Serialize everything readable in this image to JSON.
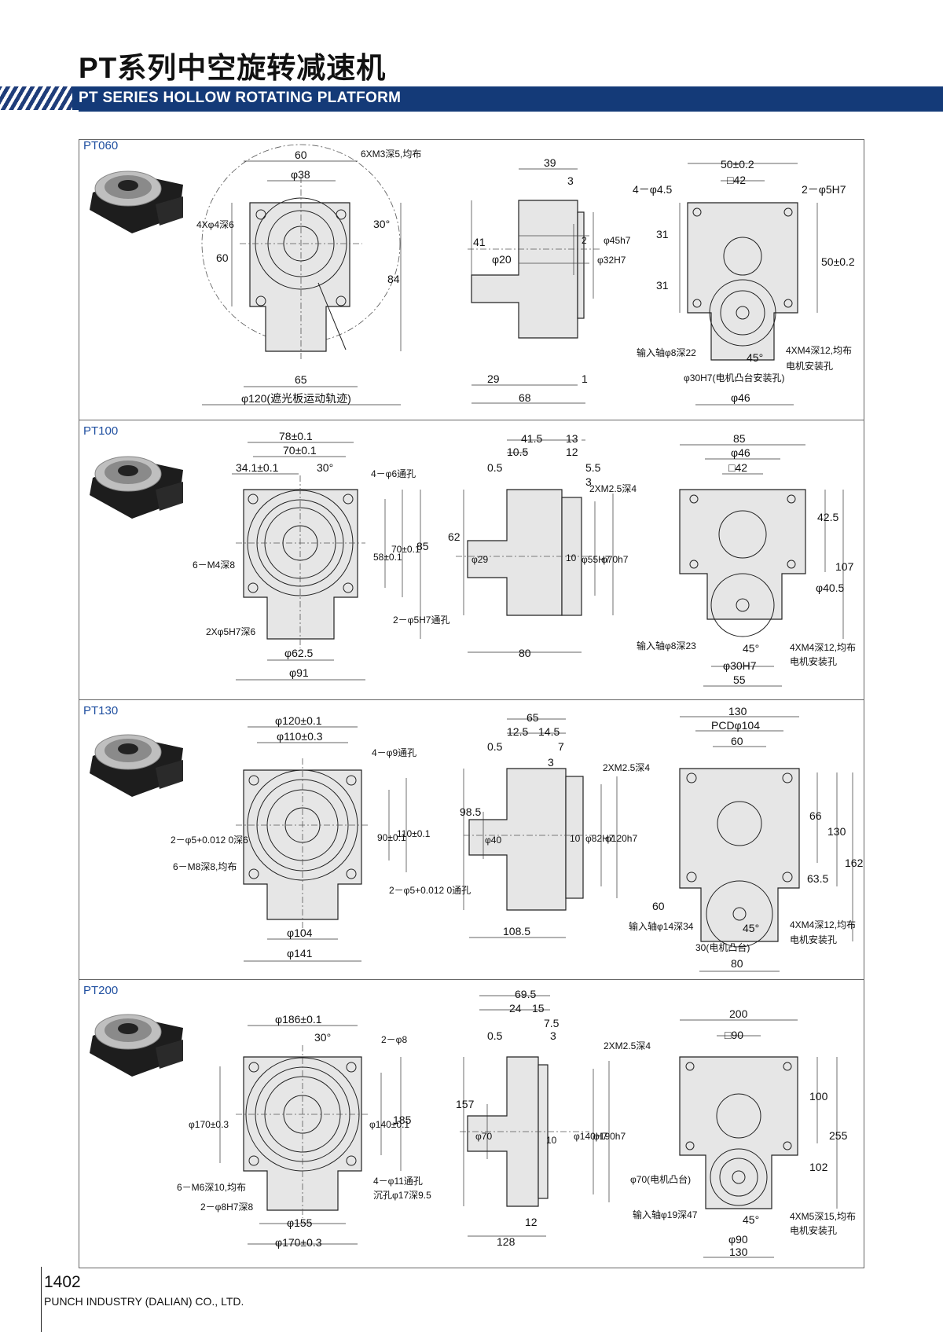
{
  "header": {
    "title_cn": "PT系列中空旋转减速机",
    "title_en": "PT SERIES HOLLOW ROTATING PLATFORM"
  },
  "sections": [
    {
      "model": "PT060",
      "front": [
        "60",
        "6XM3深5,均布",
        "φ38",
        "4Xφ4深6",
        "60",
        "30°",
        "84",
        "65",
        "φ120(遮光板运动轨迹)"
      ],
      "side": [
        "39",
        "3",
        "41",
        "φ20",
        "2",
        "φ32H7",
        "φ45h7",
        "29",
        "1",
        "68"
      ],
      "rear": [
        "50±0.2",
        "□42",
        "4－φ4.5",
        "2－φ5H7",
        "31",
        "31",
        "50±0.2",
        "输入轴φ8深22",
        "45°",
        "4XM4深12,均布",
        "电机安装孔",
        "φ30H7(电机凸台安装孔)",
        "φ46"
      ]
    },
    {
      "model": "PT100",
      "front": [
        "78±0.1",
        "70±0.1",
        "34.1±0.1",
        "30°",
        "4－φ6通孔",
        "6－M4深8",
        "58±0.1",
        "70±0.1",
        "85",
        "2Xφ5H7深6",
        "2－φ5H7通孔",
        "φ62.5",
        "φ91"
      ],
      "side": [
        "41.5",
        "13",
        "10.5",
        "12",
        "0.5",
        "5.5",
        "3",
        "2XM2.5深4",
        "62",
        "φ29",
        "10",
        "φ55H7",
        "φ70h7",
        "80"
      ],
      "rear": [
        "85",
        "φ46",
        "□42",
        "42.5",
        "107",
        "φ40.5",
        "输入轴φ8深23",
        "45°",
        "4XM4深12,均布",
        "电机安装孔",
        "φ30H7",
        "55"
      ]
    },
    {
      "model": "PT130",
      "front": [
        "φ120±0.1",
        "φ110±0.3",
        "4－φ9通孔",
        "2－φ5+0.012 0深6",
        "6－M8深8,均布",
        "90±0.1",
        "110±0.1",
        "2－φ5+0.012 0通孔",
        "φ104",
        "φ141"
      ],
      "side": [
        "65",
        "12.5",
        "14.5",
        "0.5",
        "7",
        "3",
        "2XM2.5深4",
        "98.5",
        "φ40",
        "10",
        "φ82H7",
        "φ120h7",
        "108.5"
      ],
      "rear": [
        "130",
        "PCDφ104",
        "60",
        "66",
        "130",
        "162",
        "63.5",
        "60",
        "输入轴φ14深34",
        "45°",
        "4XM4深12,均布",
        "电机安装孔",
        "30(电机凸台)",
        "80"
      ]
    },
    {
      "model": "PT200",
      "front": [
        "φ186±0.1",
        "30°",
        "2－φ8",
        "φ170±0.3",
        "φ140±0.1",
        "185",
        "6－M6深10,均布",
        "2－φ8H7深8",
        "4－φ11通孔",
        "沉孔φ17深9.5",
        "φ155",
        "φ170±0.3"
      ],
      "side": [
        "69.5",
        "24",
        "15",
        "7.5",
        "0.5",
        "3",
        "2XM2.5深4",
        "157",
        "φ70",
        "10",
        "φ140H7",
        "φ190h7",
        "12",
        "128"
      ],
      "rear": [
        "200",
        "□90",
        "100",
        "255",
        "102",
        "φ70(电机凸台)",
        "输入轴φ19深47",
        "45°",
        "4XM5深15,均布",
        "电机安装孔",
        "φ90",
        "130"
      ]
    }
  ],
  "footer": {
    "page_number": "1402",
    "company": "PUNCH INDUSTRY (DALIAN) CO., LTD."
  }
}
